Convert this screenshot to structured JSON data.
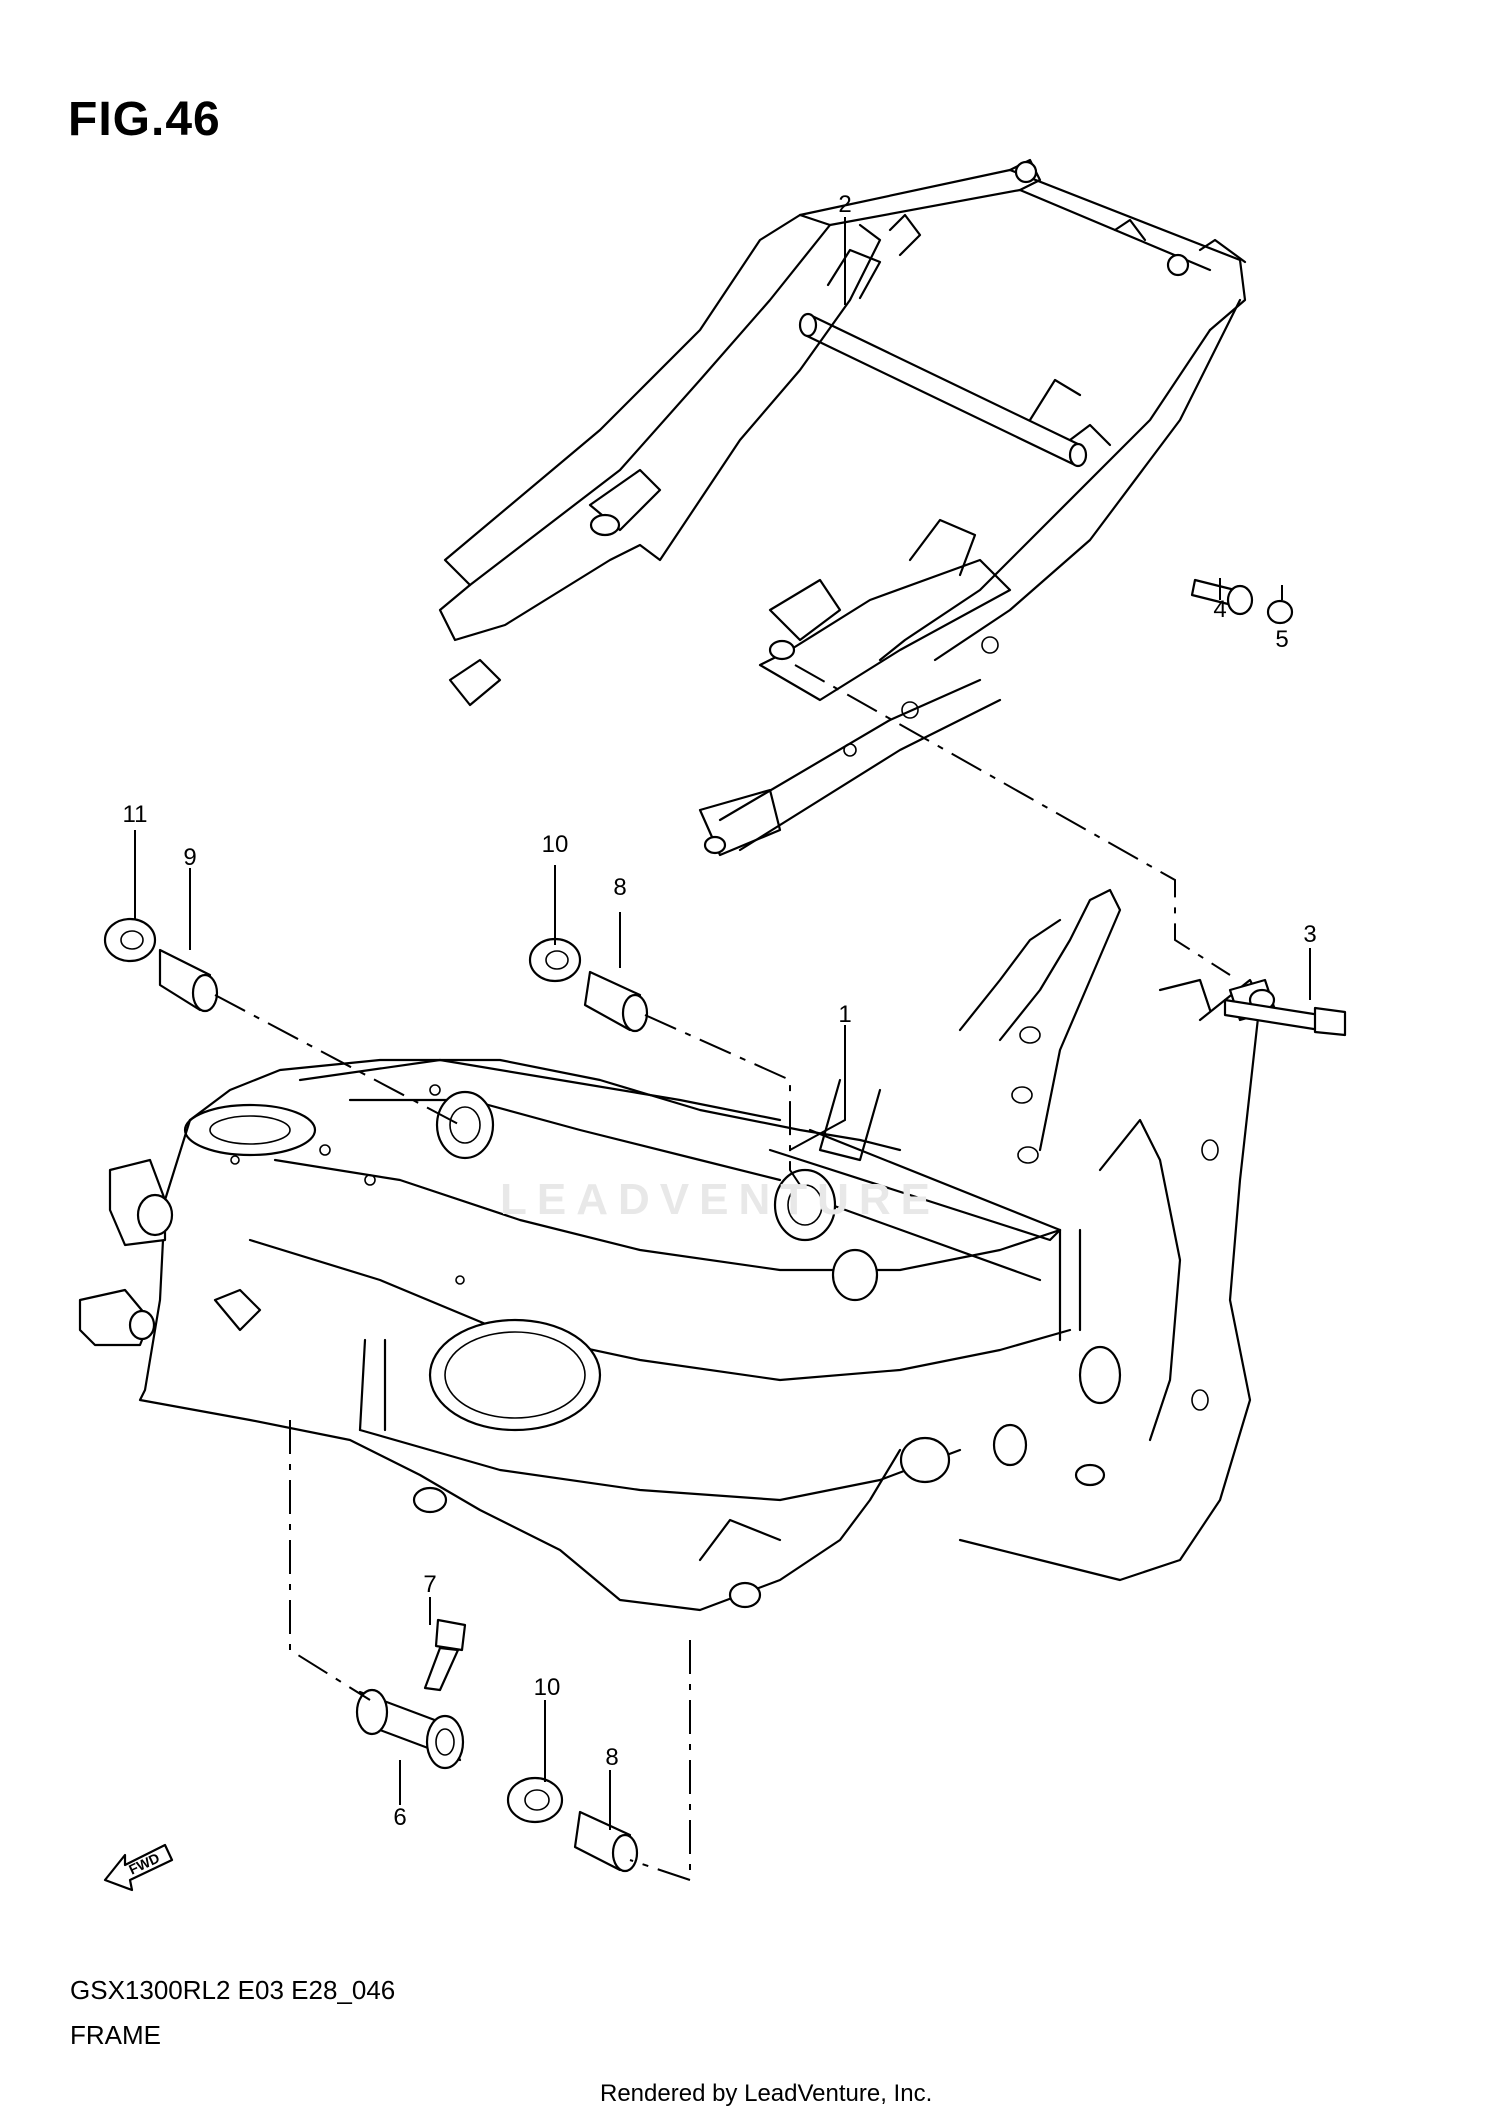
{
  "figure": {
    "title": "FIG.46",
    "model_code": "GSX1300RL2 E03 E28_046",
    "name": "FRAME",
    "credit": "Rendered by LeadVenture, Inc.",
    "watermark": "LEADVENTURE",
    "fwd_label": "FWD"
  },
  "callouts": [
    {
      "id": "c1",
      "label": "1"
    },
    {
      "id": "c2",
      "label": "2"
    },
    {
      "id": "c3",
      "label": "3"
    },
    {
      "id": "c4",
      "label": "4"
    },
    {
      "id": "c5",
      "label": "5"
    },
    {
      "id": "c6",
      "label": "6"
    },
    {
      "id": "c7",
      "label": "7"
    },
    {
      "id": "c8a",
      "label": "8"
    },
    {
      "id": "c8b",
      "label": "8"
    },
    {
      "id": "c9",
      "label": "9"
    },
    {
      "id": "c10a",
      "label": "10"
    },
    {
      "id": "c10b",
      "label": "10"
    },
    {
      "id": "c11",
      "label": "11"
    }
  ],
  "colors": {
    "line": "#000000",
    "background": "#ffffff",
    "watermark": "#e8e8e8"
  }
}
